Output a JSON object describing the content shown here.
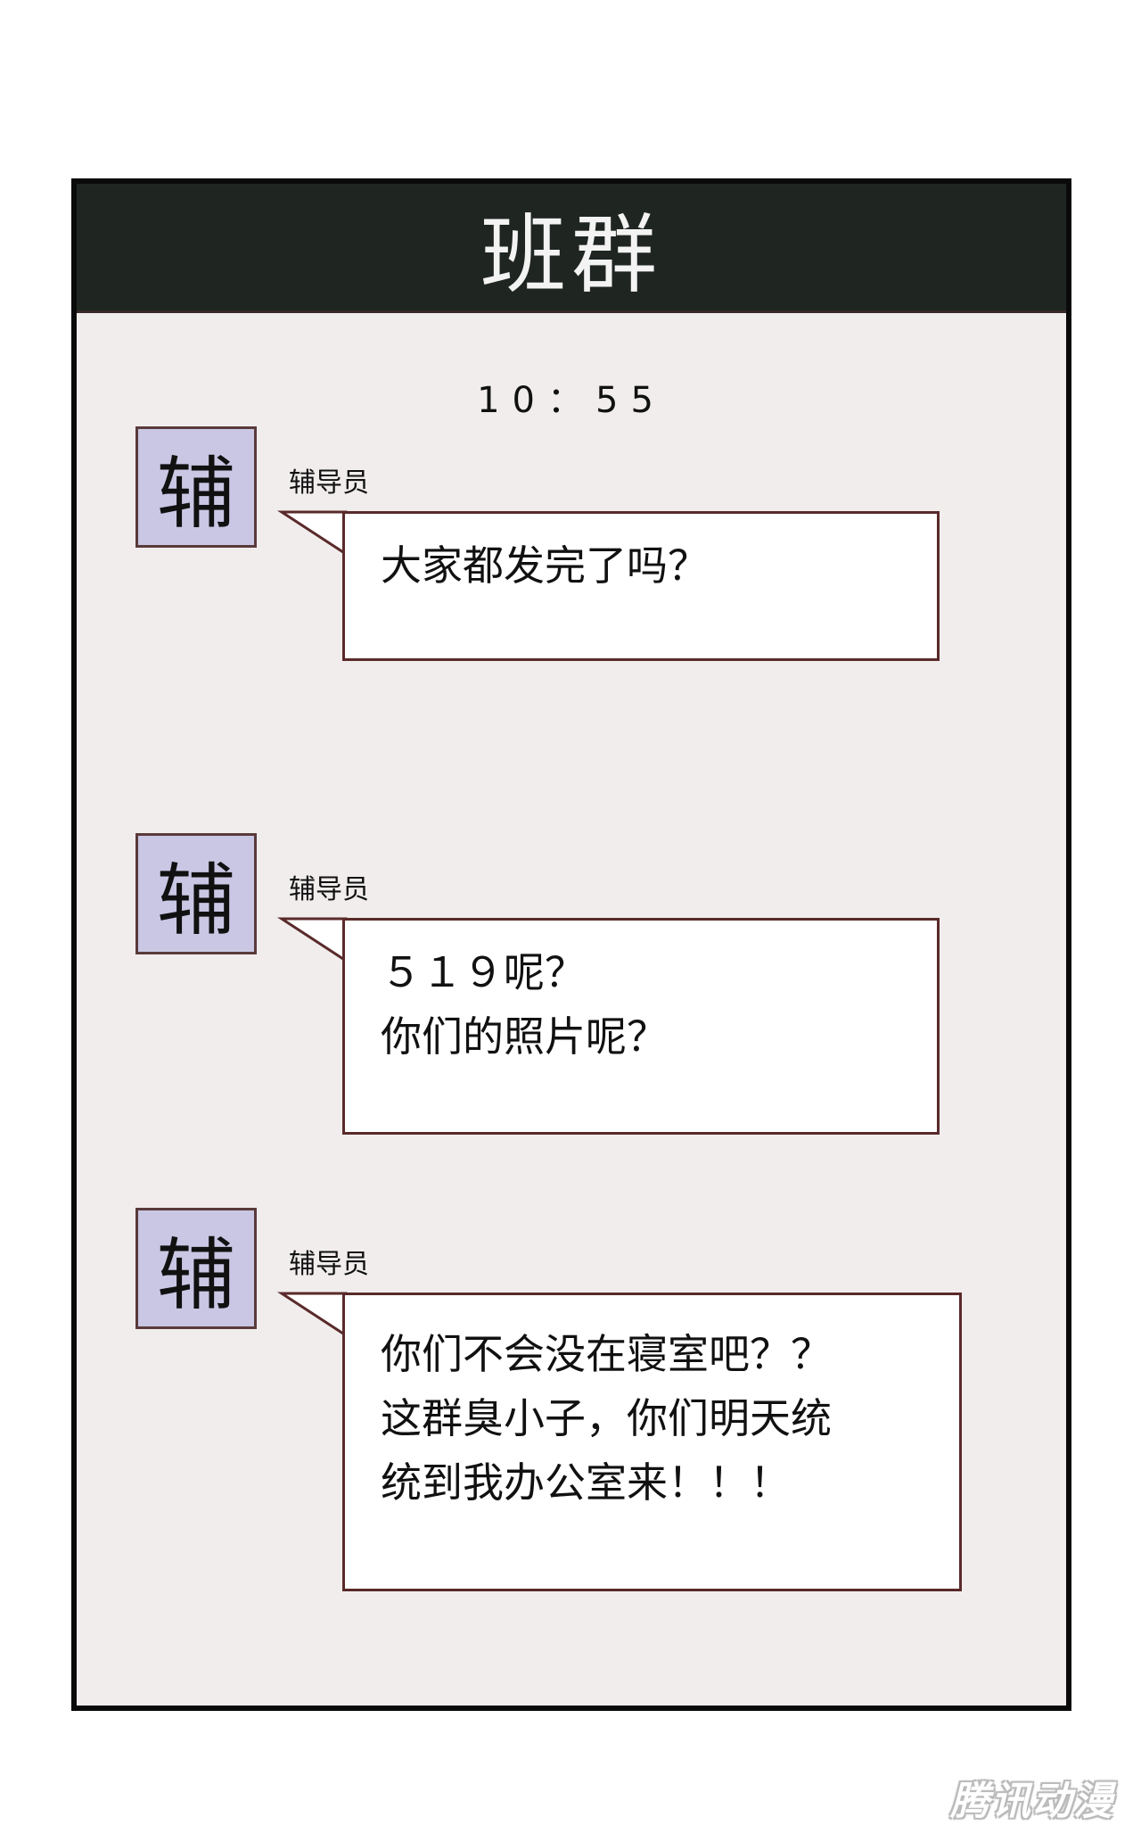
{
  "header": {
    "title": "班群"
  },
  "time": "10：55",
  "messages": [
    {
      "avatar": "辅",
      "sender": "辅导员",
      "lines": [
        "大家都发完了吗？"
      ]
    },
    {
      "avatar": "辅",
      "sender": "辅导员",
      "lines": [
        "５１９呢？",
        "你们的照片呢？"
      ]
    },
    {
      "avatar": "辅",
      "sender": "辅导员",
      "lines": [
        "你们不会没在寝室吧？？",
        "这群臭小子，你们明天统",
        "统到我办公室来！！！"
      ]
    }
  ],
  "watermark": "腾讯动漫",
  "colors": {
    "header_bg": "#1f2622",
    "chat_bg": "#f1eded",
    "avatar_bg": "#c9c7e4",
    "bubble_border": "#5a2a2a"
  }
}
